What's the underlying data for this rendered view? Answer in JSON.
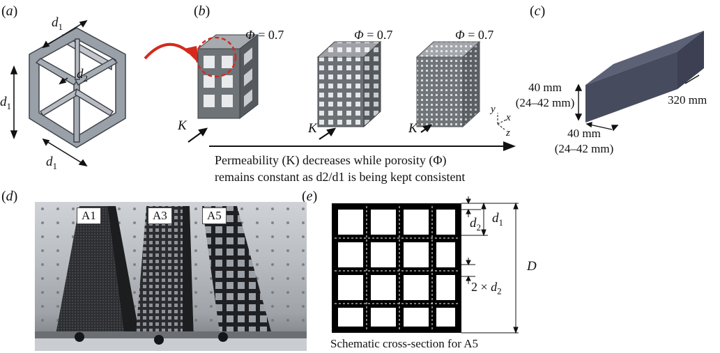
{
  "panels": {
    "a": {
      "label": "a"
    },
    "b": {
      "label": "b"
    },
    "c": {
      "label": "c"
    },
    "d": {
      "label": "d"
    },
    "e": {
      "label": "e"
    }
  },
  "frame_labels": {
    "d1": "d",
    "d1_sub": "1",
    "d2": "d",
    "d2_sub": "2"
  },
  "lattices": [
    {
      "phi_symbol": "Φ",
      "phi_value": " = 0.7",
      "k": "K"
    },
    {
      "phi_symbol": "Φ",
      "phi_value": " = 0.7",
      "k": "K"
    },
    {
      "phi_symbol": "Φ",
      "phi_value": " = 0.7",
      "k": "K"
    }
  ],
  "axes": {
    "x": "x",
    "y": "y",
    "z": "z"
  },
  "caption_b": {
    "line1": "Permeability (K) decreases while porosity (Φ)",
    "line2": "remains constant as d2/d1 is being kept consistent"
  },
  "sample_c": {
    "height": "40 mm",
    "height_range": "(24–42 mm)",
    "width": "40 mm",
    "width_range": "(24–42 mm)",
    "length": "320 mm"
  },
  "photo_tags": [
    "A1",
    "A3",
    "A5"
  ],
  "schematic_e": {
    "d2": "d2",
    "d1": "d1",
    "two_d2": "2 × d2",
    "D": "D",
    "caption": "Schematic cross-section for A5"
  },
  "colors": {
    "accent_red": "#d42a1e",
    "lattice_grey": "#7d8288",
    "block_grey": "#4a4f63"
  }
}
